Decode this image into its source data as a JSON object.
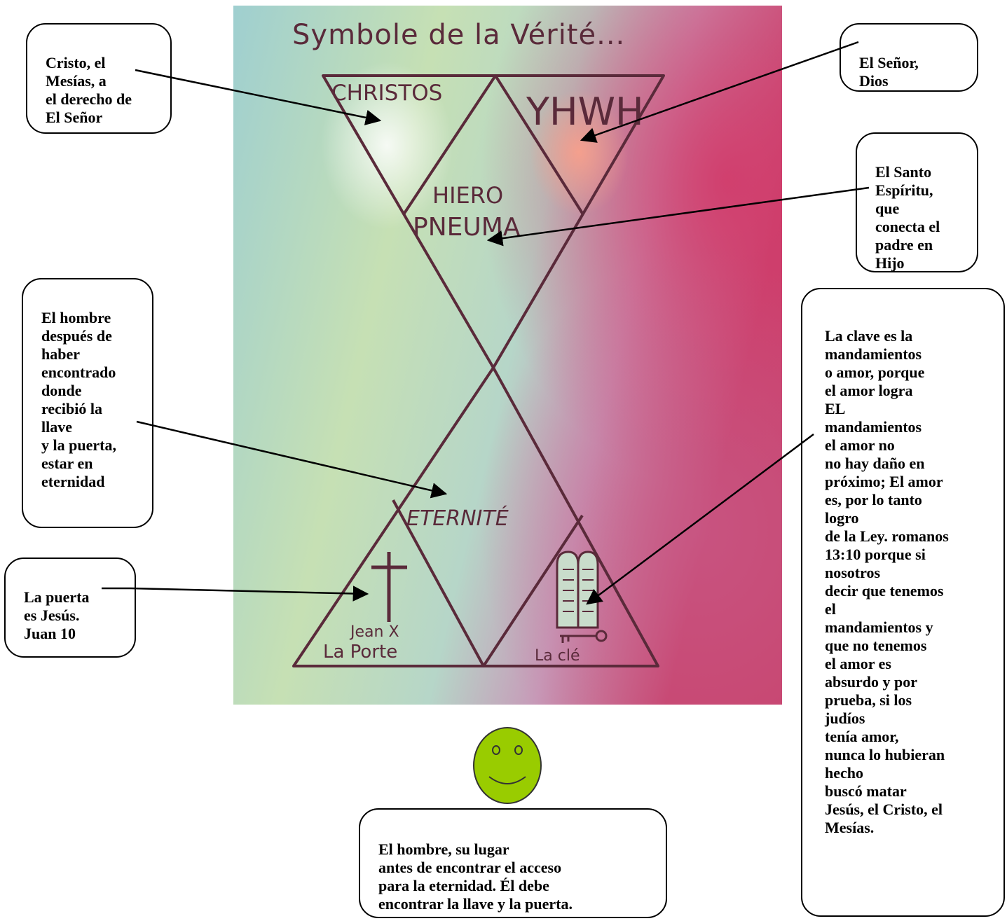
{
  "painting": {
    "title": "Symbole de la Vérité...",
    "labels": {
      "christos": "CHRISTOS",
      "yhwh": "YHWH",
      "hiero": "HIERO",
      "pneuma": "PNEUMA",
      "eternite": "ETERNITÉ",
      "jean": "Jean X",
      "la_porte": "La Porte",
      "la_cle": "La clé"
    }
  },
  "callouts": {
    "cristo": "Cristo, el\nMesías, a\nel derecho de\nEl Señor",
    "senor": "El Señor,\nDios",
    "espiritu": "El Santo\nEspíritu,\nque\nconecta el\npadre en\nHijo",
    "hombre": "El hombre\ndespués de\nhaber\nencontrado\ndonde\nrecibió la\nllave\ny la puerta,\nestar en\neternidad",
    "puerta": "La puerta\nes Jesús.\nJuan 10",
    "clave": "La clave es la\nmandamientos\no amor, porque\nel amor logra\nEL\nmandamientos\nel amor no\nno hay daño en\npróximo; El amor\nes, por lo tanto\nlogro\nde la Ley. romanos\n13:10 porque si\nnosotros\ndecir que tenemos\nel\nmandamientos y\nque no tenemos\nel amor es\nabsurdo y por\nprueba, si los\njudíos\ntenía amor,\nnunca lo hubieran\nhecho\nbuscó matar\nJesús, el Cristo, el\nMesías.",
    "lugar": "El hombre, su lugar\nantes de encontrar el acceso\npara la eternidad. Él debe\nencontrar la llave y la puerta."
  },
  "colors": {
    "line": "#000000",
    "smiley": "#99cc00",
    "ink": "#5a2a3a"
  },
  "icons": [
    "cross-icon",
    "tablets-icon",
    "key-icon",
    "smiley-face-icon"
  ]
}
